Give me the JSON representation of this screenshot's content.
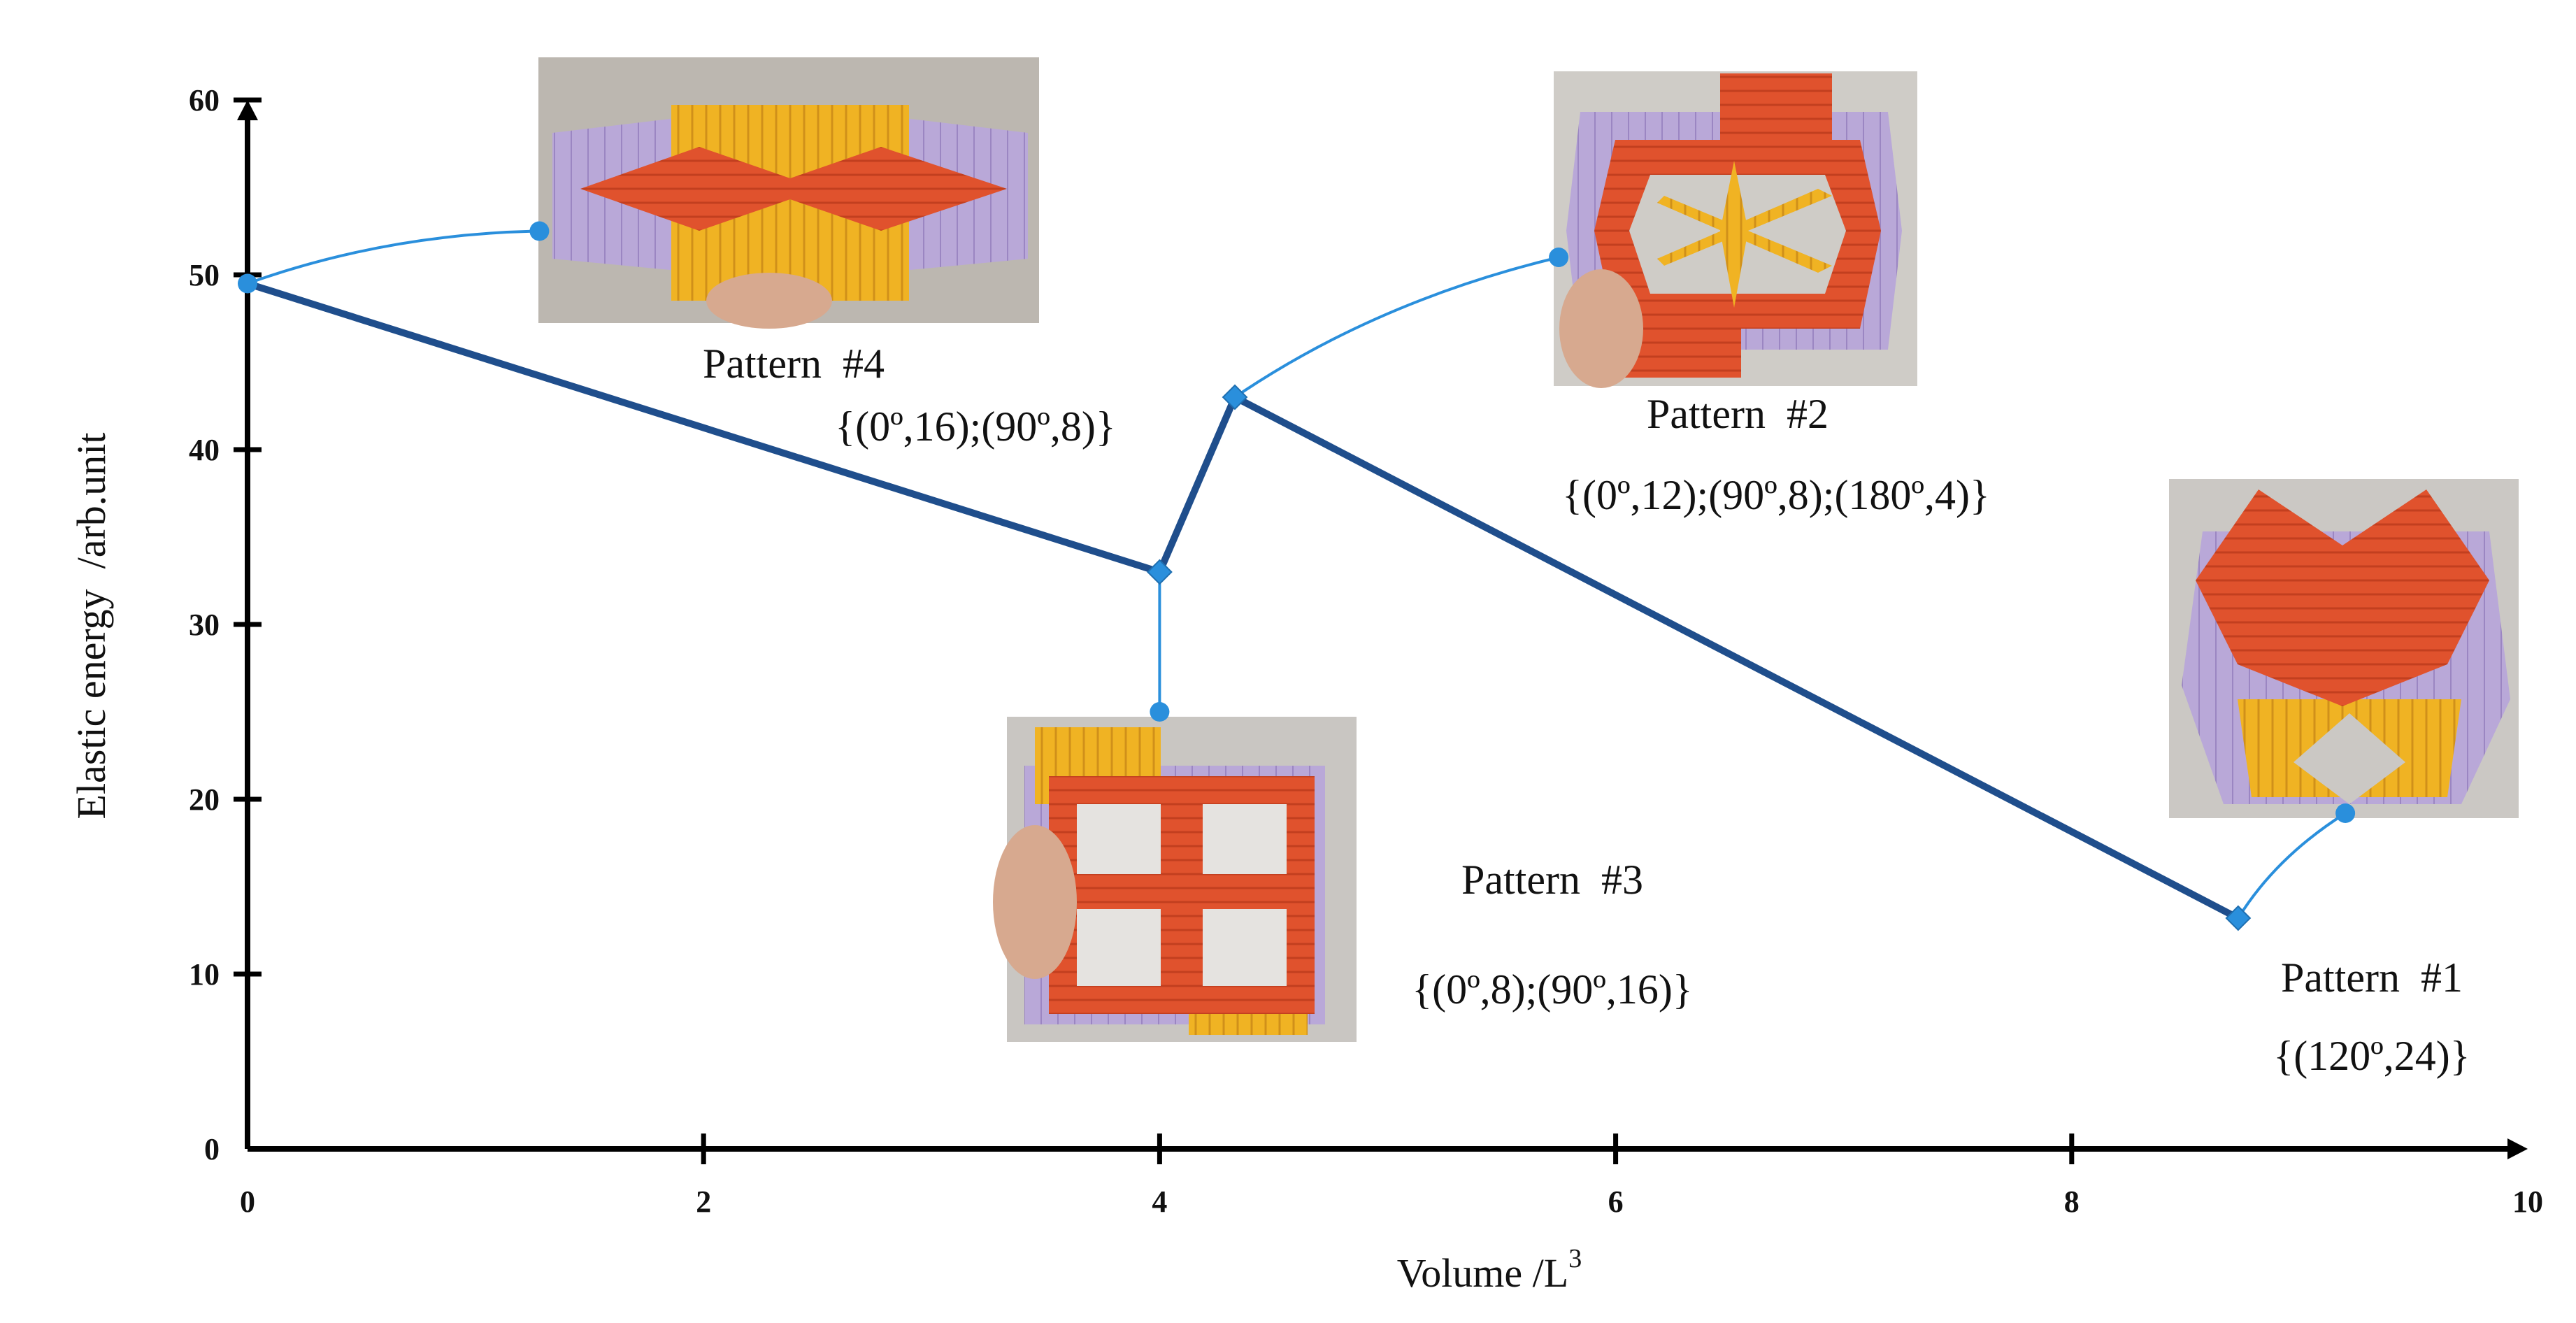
{
  "chart_data": {
    "type": "line",
    "xlabel": "Volume /L",
    "xlabel_superscript": "3",
    "ylabel": "Elastic energy  /arb.unit",
    "xlim": [
      0,
      10
    ],
    "ylim": [
      0,
      60
    ],
    "x_ticks": [
      "0",
      "2",
      "4",
      "6",
      "8",
      "10"
    ],
    "y_ticks": [
      "0",
      "10",
      "20",
      "30",
      "40",
      "50",
      "60"
    ],
    "grid": false,
    "legend": "none",
    "series": [
      {
        "points": [
          {
            "x": 0,
            "y": 49.5
          },
          {
            "x": 4.0,
            "y": 33.0
          },
          {
            "x": 4.33,
            "y": 43.0
          },
          {
            "x": 8.73,
            "y": 13.2
          }
        ]
      }
    ],
    "annotations": [
      {
        "pattern": "Pattern  #4",
        "spec": "{(0º,16);(90º,8)}",
        "anchor": {
          "x": 0,
          "y": 49.5
        },
        "leader_end": {
          "x": 1.28,
          "y": 52.5
        }
      },
      {
        "pattern": "Pattern  #3",
        "spec": "{(0º,8);(90º,16)}",
        "anchor": {
          "x": 4.0,
          "y": 33.0
        },
        "leader_end": {
          "x": 4.0,
          "y": 25.0
        }
      },
      {
        "pattern": "Pattern  #2",
        "spec": "{(0º,12);(90º,8);(180º,4)}",
        "anchor": {
          "x": 4.33,
          "y": 43.0
        },
        "leader_end": {
          "x": 5.75,
          "y": 51.0
        }
      },
      {
        "pattern": "Pattern  #1",
        "spec": "{(120º,24)}",
        "anchor": {
          "x": 8.73,
          "y": 13.2
        },
        "leader_end": {
          "x": 9.2,
          "y": 19.2
        }
      }
    ],
    "colors": {
      "line": "#1f4e8c",
      "leader": "#2a8fdc",
      "axis": "#000000"
    }
  }
}
